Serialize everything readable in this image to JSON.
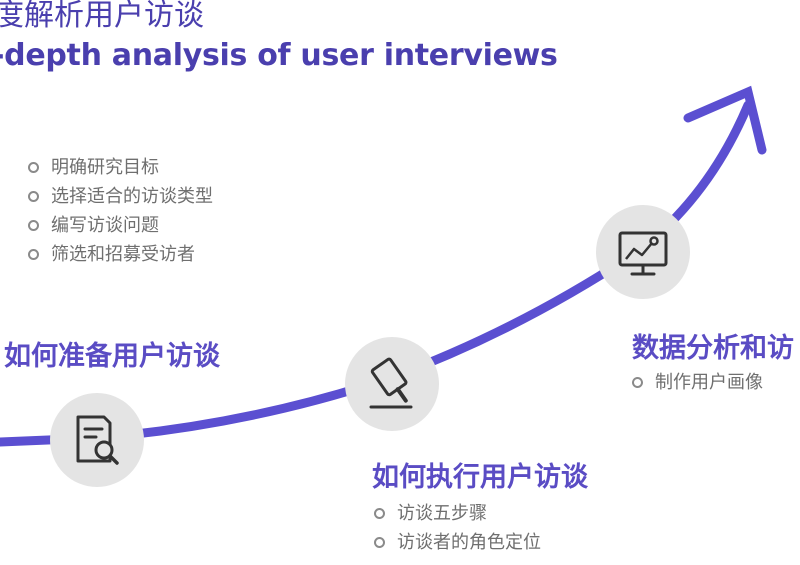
{
  "title": {
    "cn": "度解析用户访谈",
    "en": "-depth analysis of user interviews"
  },
  "step1": {
    "heading": "如何准备用户访谈",
    "items": [
      "明确研究目标",
      "选择适合的访谈类型",
      "编写访谈问题",
      "筛选和招募受访者"
    ],
    "icon": "document-search-icon"
  },
  "step2": {
    "heading": "如何执行用户访谈",
    "items": [
      "访谈五步骤",
      "访谈者的角色定位"
    ],
    "icon": "gavel-icon"
  },
  "step3": {
    "heading": "数据分析和访",
    "items": [
      "制作用户画像"
    ],
    "icon": "chart-monitor-icon"
  },
  "colors": {
    "accent": "#5b4fd1",
    "heading": "#5a4cc4",
    "circle": "#e4e4e4",
    "bullet_text": "#6f6f6f"
  }
}
